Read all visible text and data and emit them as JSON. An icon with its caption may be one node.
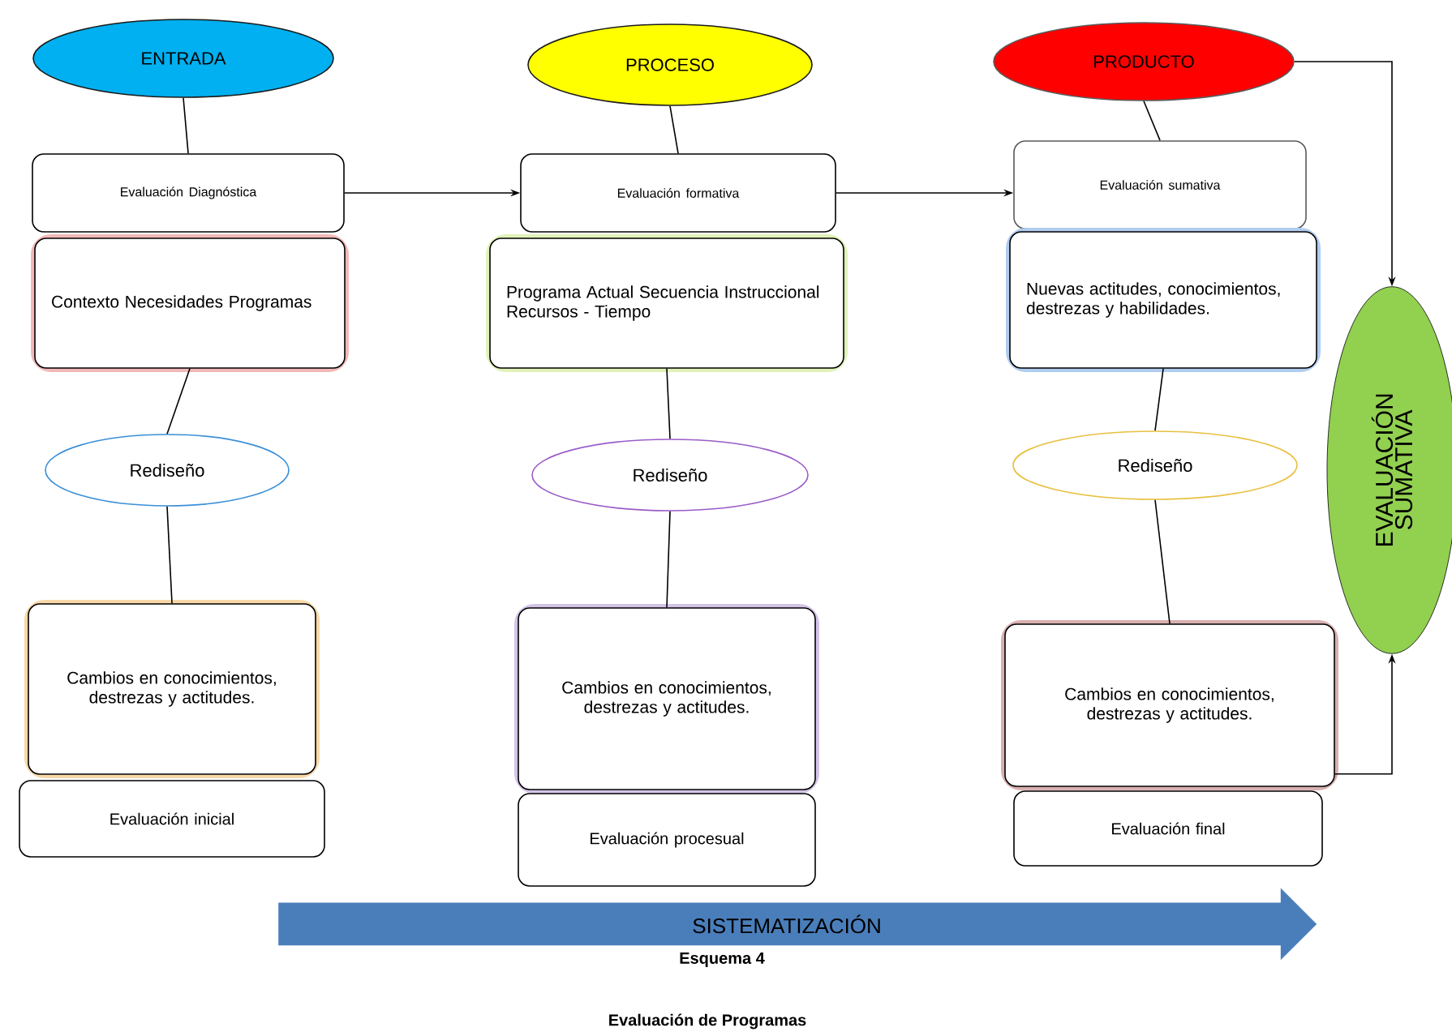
{
  "diagram": {
    "nodes": [
      {
        "text": [
          "ENTRADA"
        ]
      },
      {
        "text": [
          "PROCESO"
        ]
      },
      {
        "text": [
          "PRODUCTO"
        ]
      },
      {
        "text": [
          "Evaluación Diagnóstica"
        ]
      },
      {
        "text": [
          "Evaluación formativa"
        ]
      },
      {
        "text": [
          "Evaluación sumativa"
        ]
      },
      {
        "text": [
          "Contexto Necesidades Programas"
        ]
      },
      {
        "text": [
          "Programa Actual Secuencia Instruccional Recursos - Tiempo"
        ]
      },
      {
        "text": [
          "Nuevas actitudes, conocimientos, destrezas y habilidades."
        ]
      },
      {
        "text": [
          "Rediseño"
        ]
      },
      {
        "text": [
          "Rediseño"
        ]
      },
      {
        "text": [
          "Rediseño"
        ]
      },
      {
        "text": [
          "Cambios en conocimientos, destrezas y actitudes."
        ]
      },
      {
        "text": [
          "Cambios en conocimientos, destrezas y actitudes."
        ]
      },
      {
        "text": [
          "Cambios en conocimientos, destrezas y actitudes."
        ]
      },
      {
        "text": [
          "Evaluación inicial"
        ]
      },
      {
        "text": [
          "Evaluación procesual"
        ]
      },
      {
        "text": [
          "Evaluación final"
        ]
      },
      {
        "text": [
          "EVALUACIÓN SUMATIVA"
        ]
      },
      {
        "text": [
          "SISTEMATIZACIÓN"
        ]
      }
    ],
    "edges": [
      {
        "from": 0,
        "to": 3,
        "arrow": "none"
      },
      {
        "from": 1,
        "to": 4,
        "arrow": "none"
      },
      {
        "from": 2,
        "to": 5,
        "arrow": "none"
      },
      {
        "from": 3,
        "to": 4,
        "arrow": "to"
      },
      {
        "from": 4,
        "to": 5,
        "arrow": "to"
      },
      {
        "from": 6,
        "to": 9,
        "arrow": "none"
      },
      {
        "from": 7,
        "to": 10,
        "arrow": "none"
      },
      {
        "from": 8,
        "to": 11,
        "arrow": "none"
      },
      {
        "from": 9,
        "to": 12,
        "arrow": "none"
      },
      {
        "from": 10,
        "to": 13,
        "arrow": "none"
      },
      {
        "from": 11,
        "to": 14,
        "arrow": "none"
      },
      {
        "from": 2,
        "to": 18,
        "arrow": "to"
      },
      {
        "from": 14,
        "to": 18,
        "arrow": "to"
      }
    ],
    "labels": [
      "Esquema 4",
      "Evaluación de Programas"
    ]
  }
}
